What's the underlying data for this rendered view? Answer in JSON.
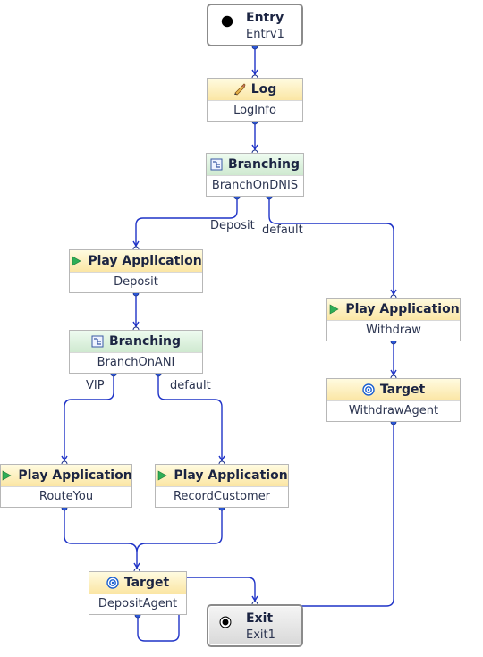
{
  "nodes": {
    "entry": {
      "title": "Entry",
      "name": "Entrv1"
    },
    "log": {
      "title": "Log",
      "name": "LogInfo"
    },
    "branching_dnis": {
      "title": "Branching",
      "name": "BranchOnDNIS"
    },
    "play_deposit": {
      "title": "Play Application",
      "name": "Deposit"
    },
    "branching_ani": {
      "title": "Branching",
      "name": "BranchOnANI"
    },
    "play_withdraw": {
      "title": "Play Application",
      "name": "Withdraw"
    },
    "target_withdraw": {
      "title": "Target",
      "name": "WithdrawAgent"
    },
    "play_routeyou": {
      "title": "Play Application",
      "name": "RouteYou"
    },
    "play_recordcustomer": {
      "title": "Play Application",
      "name": "RecordCustomer"
    },
    "target_deposit": {
      "title": "Target",
      "name": "DepositAgent"
    },
    "exit": {
      "title": "Exit",
      "name": "Exit1"
    }
  },
  "edge_labels": {
    "deposit": "Deposit",
    "default_dnis": "default",
    "vip": "VIP",
    "default_ani": "default"
  },
  "colors": {
    "connector": "#1f33c7",
    "port_fill": "#2b58d6"
  },
  "icons": {
    "entry": "entry-dot-icon",
    "log": "pencil-icon",
    "branching": "branching-icon",
    "play": "play-triangle-icon",
    "target": "target-icon",
    "exit": "exit-ring-icon"
  }
}
